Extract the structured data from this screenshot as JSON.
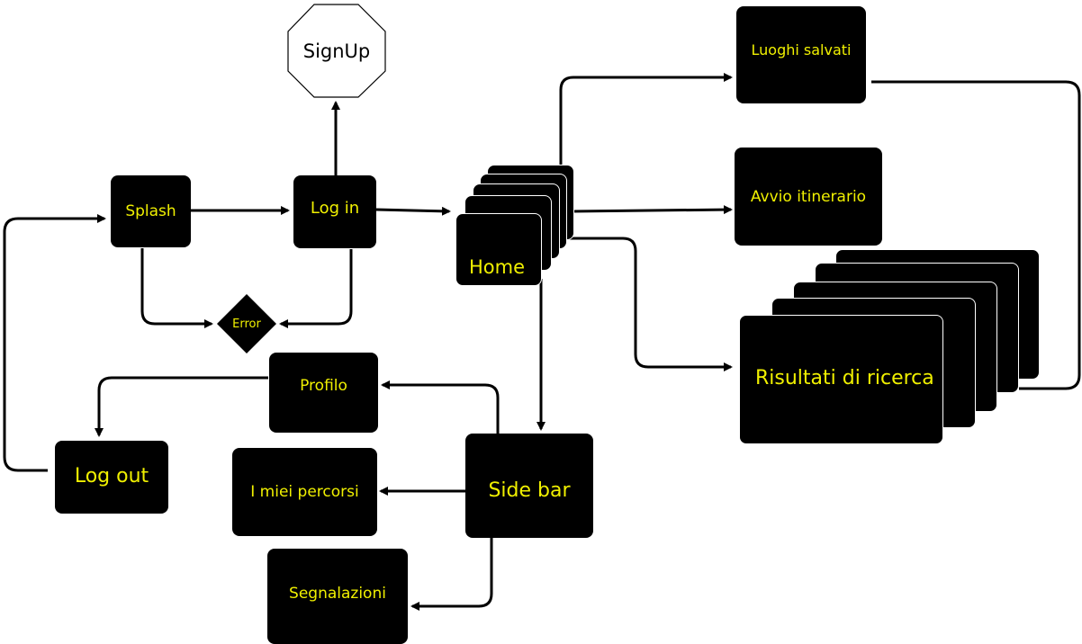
{
  "colors": {
    "node_fill": "#000000",
    "label_text": "#f0f000",
    "edge": "#000000",
    "background": "#ffffff"
  },
  "nodes": {
    "signup": "SignUp",
    "splash": "Splash",
    "login": "Log in",
    "error": "Error",
    "home": "Home",
    "luoghi": "Luoghi salvati",
    "avvio": "Avvio itinerario",
    "risultati": "Risultati di ricerca",
    "profilo": "Profilo",
    "logout": "Log out",
    "miei": "I miei percorsi",
    "sidebar": "Side bar",
    "segnalazioni": "Segnalazioni"
  }
}
